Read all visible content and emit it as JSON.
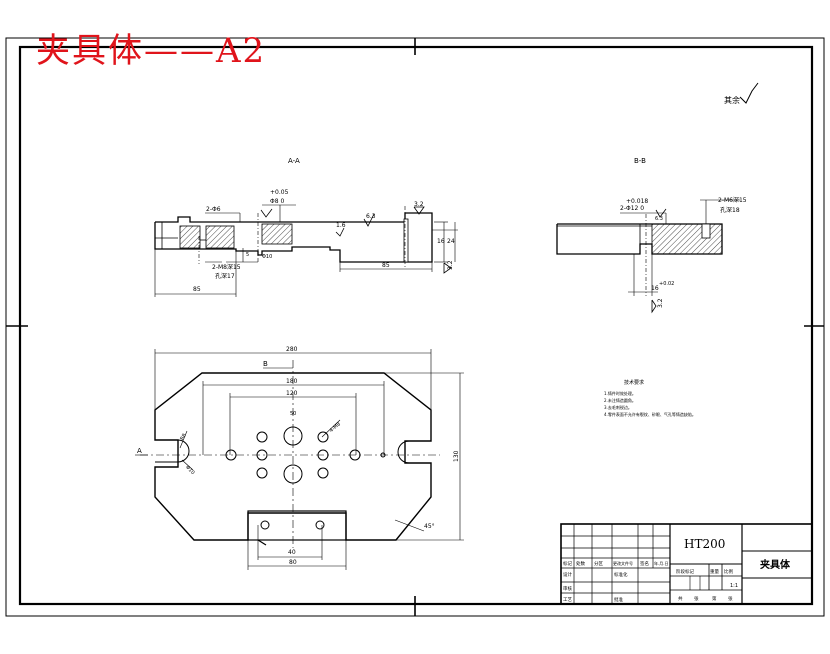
{
  "stamp": "夹具体——A2",
  "roughness_note": "其余",
  "section_aa_label": "A-A",
  "section_bb_label": "B-B",
  "aa_dims": {
    "tol_top": "+0.05",
    "tol_dia": "Φ8 0",
    "callout_2phi6": "2-Φ6",
    "rough_63": "6.3",
    "rough_32": "3.2",
    "rough_32b": "3.2",
    "rough_16": "1.6",
    "note_hole": "2-M8深15",
    "note_hole2": "孔深17",
    "dim_phi10": "Φ10",
    "dim_85_left": "85",
    "dim_85_right": "85",
    "dim_16": "16",
    "dim_24": "24",
    "dim_5": "5"
  },
  "bb_dims": {
    "tol_top": "+0.018",
    "tol_dia": "2-Φ12 0",
    "note_hole": "2-M6深15",
    "note_hole2": "孔深18",
    "rough_32": "3.2",
    "dim_16": "16",
    "tol_small": "+0.02",
    "rough_63": "6.3"
  },
  "plan_dims": {
    "d280": "280",
    "d180": "180",
    "d120": "120",
    "d50": "50",
    "d130": "130",
    "d40": "40",
    "d80": "80",
    "r8": "R8",
    "phi10_label": "Φ10",
    "m8_label": "4-M8",
    "angle": "45°",
    "mark_a": "A",
    "mark_b": "B"
  },
  "tech_req": {
    "title": "技术要求",
    "lines": [
      "1.铸件时效处理。",
      "2.未注铸造圆角。",
      "3.去毛刺锐边。",
      "4.零件表面不允许有裂纹、砂眼、气孔等铸造缺陷。"
    ]
  },
  "title_block": {
    "material": "HT200",
    "part_name": "夹具体",
    "ratio": "1:1",
    "cells": [
      "标记",
      "处数",
      "分区",
      "更改文件号",
      "签名",
      "年.月.日",
      "设计",
      "标准化",
      "阶段标记",
      "重量",
      "比例",
      "审核",
      "工艺",
      "批准",
      "共",
      "张",
      "第",
      "张"
    ]
  }
}
